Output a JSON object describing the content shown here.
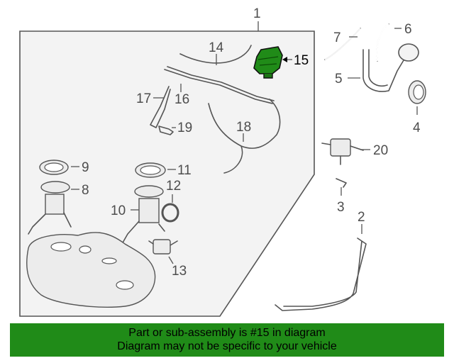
{
  "callouts": {
    "c1": "1",
    "c2": "2",
    "c3": "3",
    "c4": "4",
    "c5": "5",
    "c6": "6",
    "c7": "7",
    "c8": "8",
    "c9": "9",
    "c10": "10",
    "c11": "11",
    "c12": "12",
    "c13": "13",
    "c14": "14",
    "c15": "15",
    "c16": "16",
    "c17": "17",
    "c18": "18",
    "c19": "19",
    "c20": "20"
  },
  "highlight": {
    "part": "15",
    "color": "#208b18"
  },
  "banner": {
    "line1": "Part or sub-assembly is #15 in diagram",
    "line2": "Diagram may not be specific to your vehicle",
    "background": "#208b18"
  }
}
